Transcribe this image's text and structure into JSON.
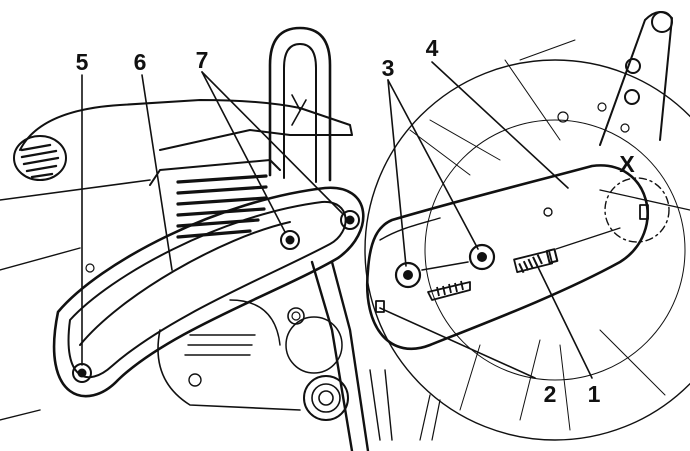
{
  "callouts": {
    "c1": "1",
    "c2": "2",
    "c3": "3",
    "c4": "4",
    "c5": "5",
    "c6": "6",
    "c7": "7",
    "cx": "X"
  },
  "colors": {
    "ink": "#111111",
    "paper": "#ffffff"
  }
}
